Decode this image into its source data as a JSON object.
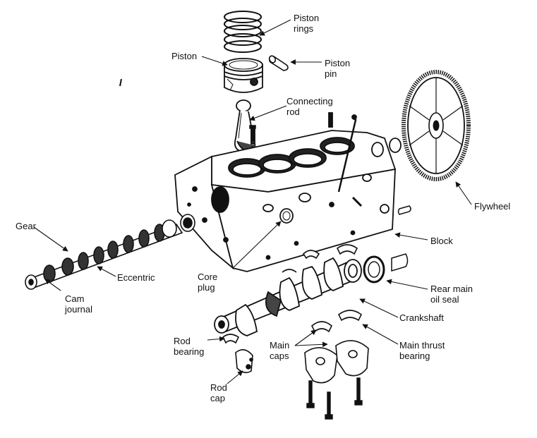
{
  "colors": {
    "ink": "#111111",
    "paper": "#ffffff",
    "shade": "#555555"
  },
  "labels": {
    "piston_rings": "Piston\nrings",
    "piston": "Piston",
    "piston_pin": "Piston\npin",
    "connecting_rod": "Connecting\nrod",
    "flywheel": "Flywheel",
    "gear": "Gear",
    "block": "Block",
    "eccentric": "Eccentric",
    "core_plug": "Core\nplug",
    "rear_main_oil_seal": "Rear main\noil seal",
    "cam_journal": "Cam\njournal",
    "crankshaft": "Crankshaft",
    "rod_bearing": "Rod\nbearing",
    "main_caps": "Main\ncaps",
    "main_thrust_bearing": "Main thrust\nbearing",
    "rod_cap": "Rod\ncap"
  }
}
